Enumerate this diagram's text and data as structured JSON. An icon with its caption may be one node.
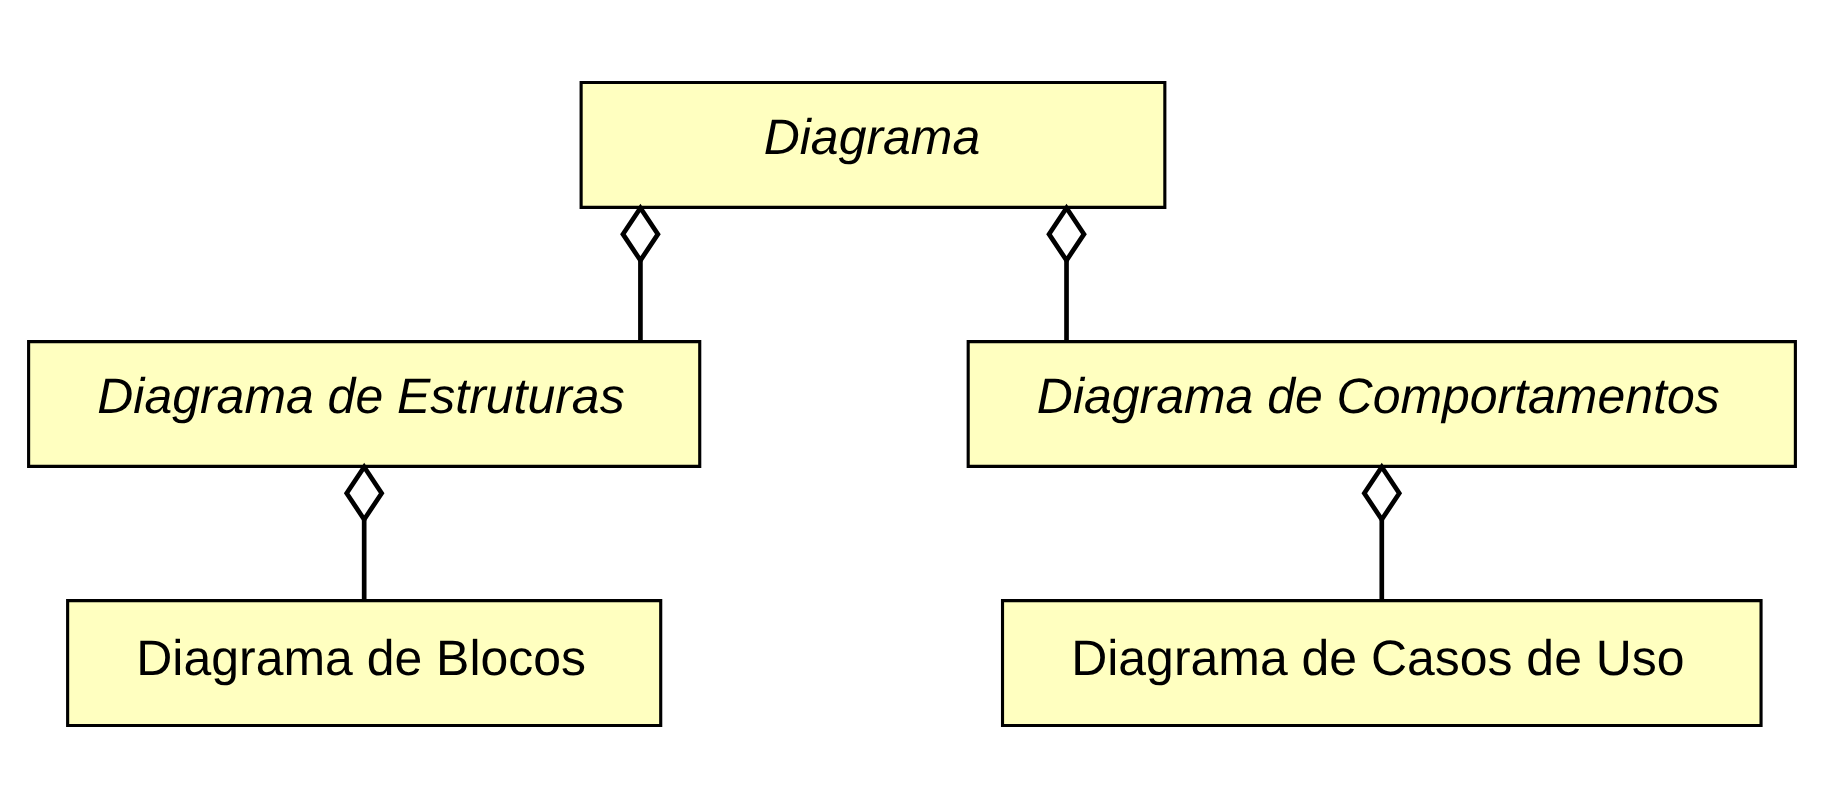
{
  "diagram": {
    "nodes": [
      {
        "text": [
          "Diagrama"
        ]
      },
      {
        "text": [
          "Diagrama de Estruturas"
        ]
      },
      {
        "text": [
          "Diagrama de Comportamentos"
        ]
      },
      {
        "text": [
          "Diagrama de Blocos"
        ]
      },
      {
        "text": [
          "Diagrama de Casos de Uso"
        ]
      }
    ],
    "edges": [
      {
        "from": 1,
        "to": 0,
        "arrow": "other"
      },
      {
        "from": 2,
        "to": 0,
        "arrow": "other"
      },
      {
        "from": 3,
        "to": 1,
        "arrow": "other"
      },
      {
        "from": 4,
        "to": 2,
        "arrow": "other"
      }
    ]
  }
}
